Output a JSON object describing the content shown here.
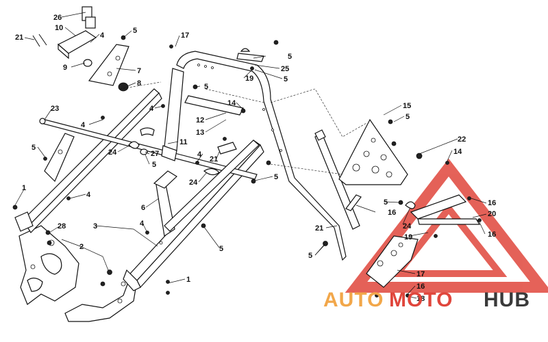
{
  "callouts": [
    {
      "id": "c26",
      "label": "26"
    },
    {
      "id": "c10",
      "label": "10"
    },
    {
      "id": "c21a",
      "label": "21"
    },
    {
      "id": "c4a",
      "label": "4"
    },
    {
      "id": "c5a",
      "label": "5"
    },
    {
      "id": "c9",
      "label": "9"
    },
    {
      "id": "c7",
      "label": "7"
    },
    {
      "id": "c8",
      "label": "8"
    },
    {
      "id": "c17a",
      "label": "17"
    },
    {
      "id": "c5b",
      "label": "5"
    },
    {
      "id": "c25",
      "label": "25"
    },
    {
      "id": "c19a",
      "label": "19"
    },
    {
      "id": "c5c",
      "label": "5"
    },
    {
      "id": "c5d",
      "label": "5"
    },
    {
      "id": "c14a",
      "label": "14"
    },
    {
      "id": "c12",
      "label": "12"
    },
    {
      "id": "c13",
      "label": "13"
    },
    {
      "id": "c23",
      "label": "23"
    },
    {
      "id": "c4b",
      "label": "4"
    },
    {
      "id": "c4c",
      "label": "4"
    },
    {
      "id": "c15",
      "label": "15"
    },
    {
      "id": "c5e",
      "label": "5"
    },
    {
      "id": "c22",
      "label": "22"
    },
    {
      "id": "c14b",
      "label": "14"
    },
    {
      "id": "c5f",
      "label": "5"
    },
    {
      "id": "c24a",
      "label": "24"
    },
    {
      "id": "c27",
      "label": "27"
    },
    {
      "id": "c5g",
      "label": "5"
    },
    {
      "id": "c11",
      "label": "11"
    },
    {
      "id": "c4d",
      "label": "4"
    },
    {
      "id": "c21b",
      "label": "21"
    },
    {
      "id": "c24b",
      "label": "24"
    },
    {
      "id": "c5h",
      "label": "5"
    },
    {
      "id": "c1a",
      "label": "1"
    },
    {
      "id": "c4e",
      "label": "4"
    },
    {
      "id": "c6",
      "label": "6"
    },
    {
      "id": "c3",
      "label": "3"
    },
    {
      "id": "c28",
      "label": "28"
    },
    {
      "id": "c4f",
      "label": "4"
    },
    {
      "id": "c2",
      "label": "2"
    },
    {
      "id": "c5i",
      "label": "5"
    },
    {
      "id": "c5j",
      "label": "5"
    },
    {
      "id": "c16a",
      "label": "16"
    },
    {
      "id": "c24c",
      "label": "24"
    },
    {
      "id": "c19b",
      "label": "19"
    },
    {
      "id": "c16b",
      "label": "16"
    },
    {
      "id": "c20",
      "label": "20"
    },
    {
      "id": "c16c",
      "label": "16"
    },
    {
      "id": "c21c",
      "label": "21"
    },
    {
      "id": "c5k",
      "label": "5"
    },
    {
      "id": "c17b",
      "label": "17"
    },
    {
      "id": "c16d",
      "label": "16"
    },
    {
      "id": "c18",
      "label": "18"
    },
    {
      "id": "c1b",
      "label": "1"
    }
  ],
  "watermark": {
    "part1": "AUTO",
    "part2": "MOTO",
    "part3": "HUB",
    "color_orange": "#f2a74a",
    "color_red": "#e0463c",
    "color_dark": "#3a3a3a"
  }
}
